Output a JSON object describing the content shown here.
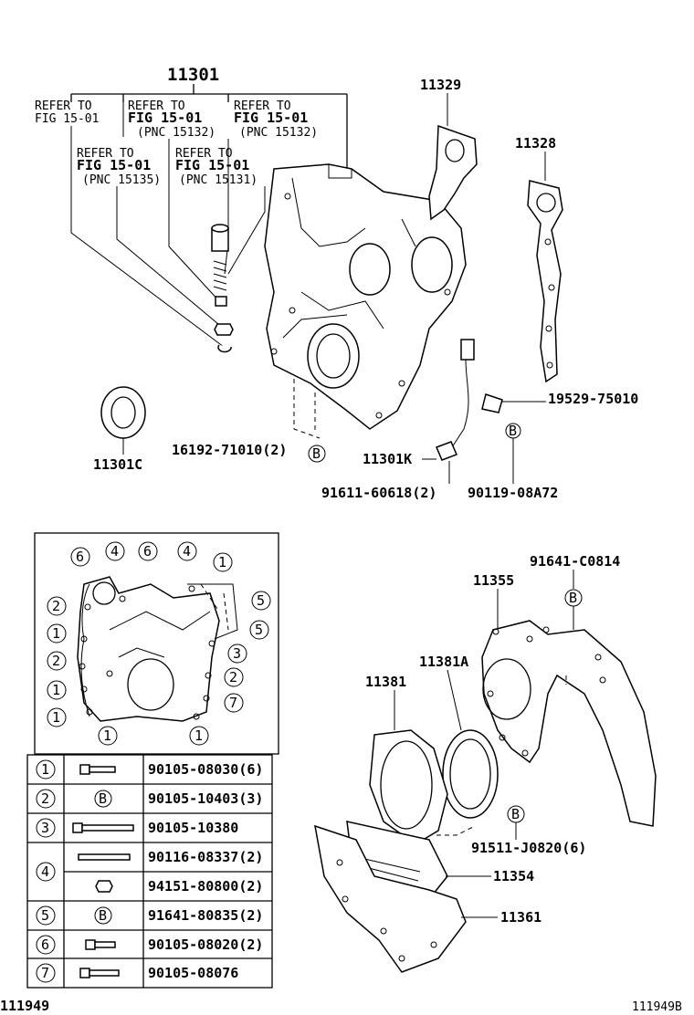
{
  "parts": {
    "p11301": "11301",
    "p11329": "11329",
    "p11328": "11328",
    "p11301C": "11301C",
    "p11301K": "11301K",
    "p16192": "16192-71010(2)",
    "p19529": "19529-75010",
    "p91611": "91611-60618(2)",
    "p90119": "90119-08A72",
    "p91641C": "91641-C0814",
    "p11355": "11355",
    "p11381A": "11381A",
    "p11381": "11381",
    "p91511": "91511-J0820(6)",
    "p11354": "11354",
    "p11361": "11361"
  },
  "refs": [
    {
      "l1": "REFER TO",
      "l2": "FIG 15-01",
      "l3": ""
    },
    {
      "l1": "REFER TO",
      "l2": "FIG 15-01",
      "l3": "(PNC 15132)"
    },
    {
      "l1": "REFER TO",
      "l2": "FIG 15-01",
      "l3": "(PNC 15132)"
    },
    {
      "l1": "REFER TO",
      "l2": "FIG 15-01",
      "l3": "(PNC 15135)"
    },
    {
      "l1": "REFER TO",
      "l2": "FIG 15-01",
      "l3": "(PNC 15131)"
    }
  ],
  "markers": {
    "b": "B"
  },
  "bolt_table": [
    {
      "key": "1",
      "part": "90105-08030(6)",
      "sym": ""
    },
    {
      "key": "2",
      "part": "90105-10403(3)",
      "sym": "B"
    },
    {
      "key": "3",
      "part": "90105-10380",
      "sym": ""
    },
    {
      "key": "4",
      "part": "90116-08337(2)",
      "sym": ""
    },
    {
      "key": "",
      "part": "94151-80800(2)",
      "sym": ""
    },
    {
      "key": "5",
      "part": "91641-80835(2)",
      "sym": "B"
    },
    {
      "key": "6",
      "part": "90105-08020(2)",
      "sym": ""
    },
    {
      "key": "7",
      "part": "90105-08076",
      "sym": ""
    }
  ],
  "inset_keys": [
    "6",
    "4",
    "6",
    "4",
    "1",
    "5",
    "5",
    "3",
    "2",
    "7",
    "2",
    "1",
    "2",
    "1",
    "1",
    "1",
    "1"
  ],
  "footer": {
    "left": "111949",
    "right": "111949B"
  }
}
